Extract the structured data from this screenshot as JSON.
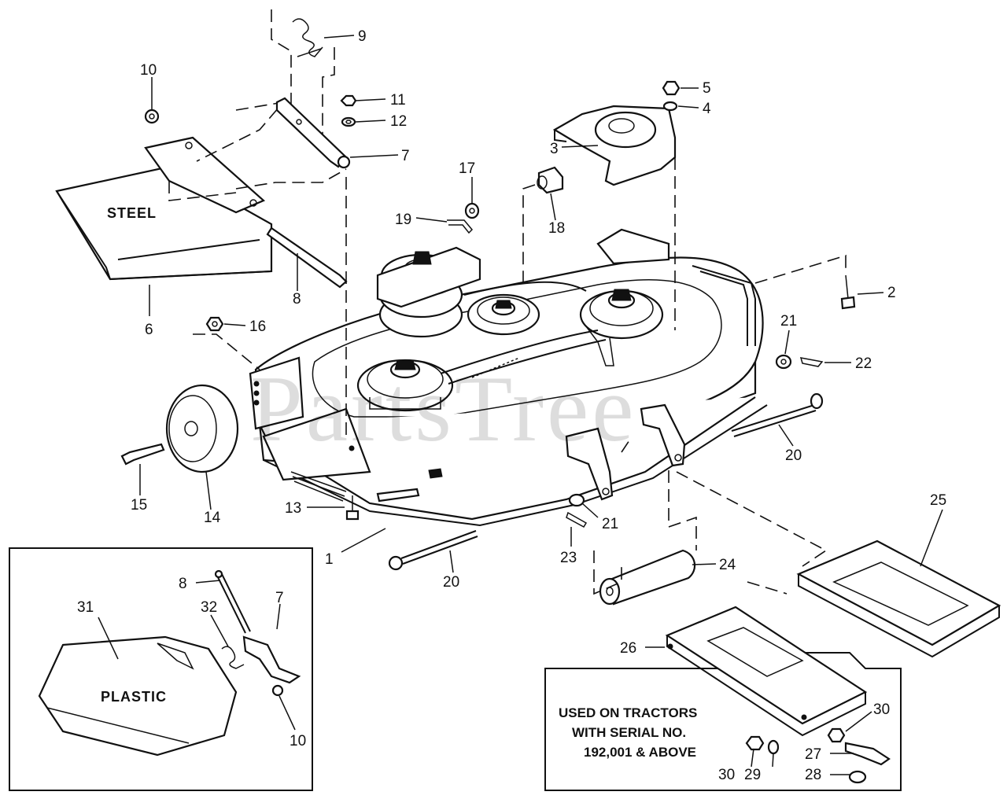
{
  "watermark": "PartsTree",
  "labels": {
    "steel": "STEEL",
    "plastic": "PLASTIC"
  },
  "note": {
    "line1": "USED ON TRACTORS",
    "line2": "WITH SERIAL NO.",
    "line3": "192,001 & ABOVE"
  },
  "callouts": {
    "c1": "1",
    "c2": "2",
    "c3": "3",
    "c4": "4",
    "c5": "5",
    "c6": "6",
    "c7a": "7",
    "c7b": "7",
    "c8a": "8",
    "c8b": "8",
    "c9": "9",
    "c10a": "10",
    "c10b": "10",
    "c11": "11",
    "c12": "12",
    "c13": "13",
    "c14": "14",
    "c15": "15",
    "c16": "16",
    "c17": "17",
    "c18": "18",
    "c19": "19",
    "c20a": "20",
    "c20b": "20",
    "c21a": "21",
    "c21b": "21",
    "c22": "22",
    "c23": "23",
    "c24": "24",
    "c25": "25",
    "c26": "26",
    "c27": "27",
    "c28": "28",
    "c29": "29",
    "c30a": "30",
    "c30b": "30",
    "c31": "31",
    "c32": "32"
  }
}
